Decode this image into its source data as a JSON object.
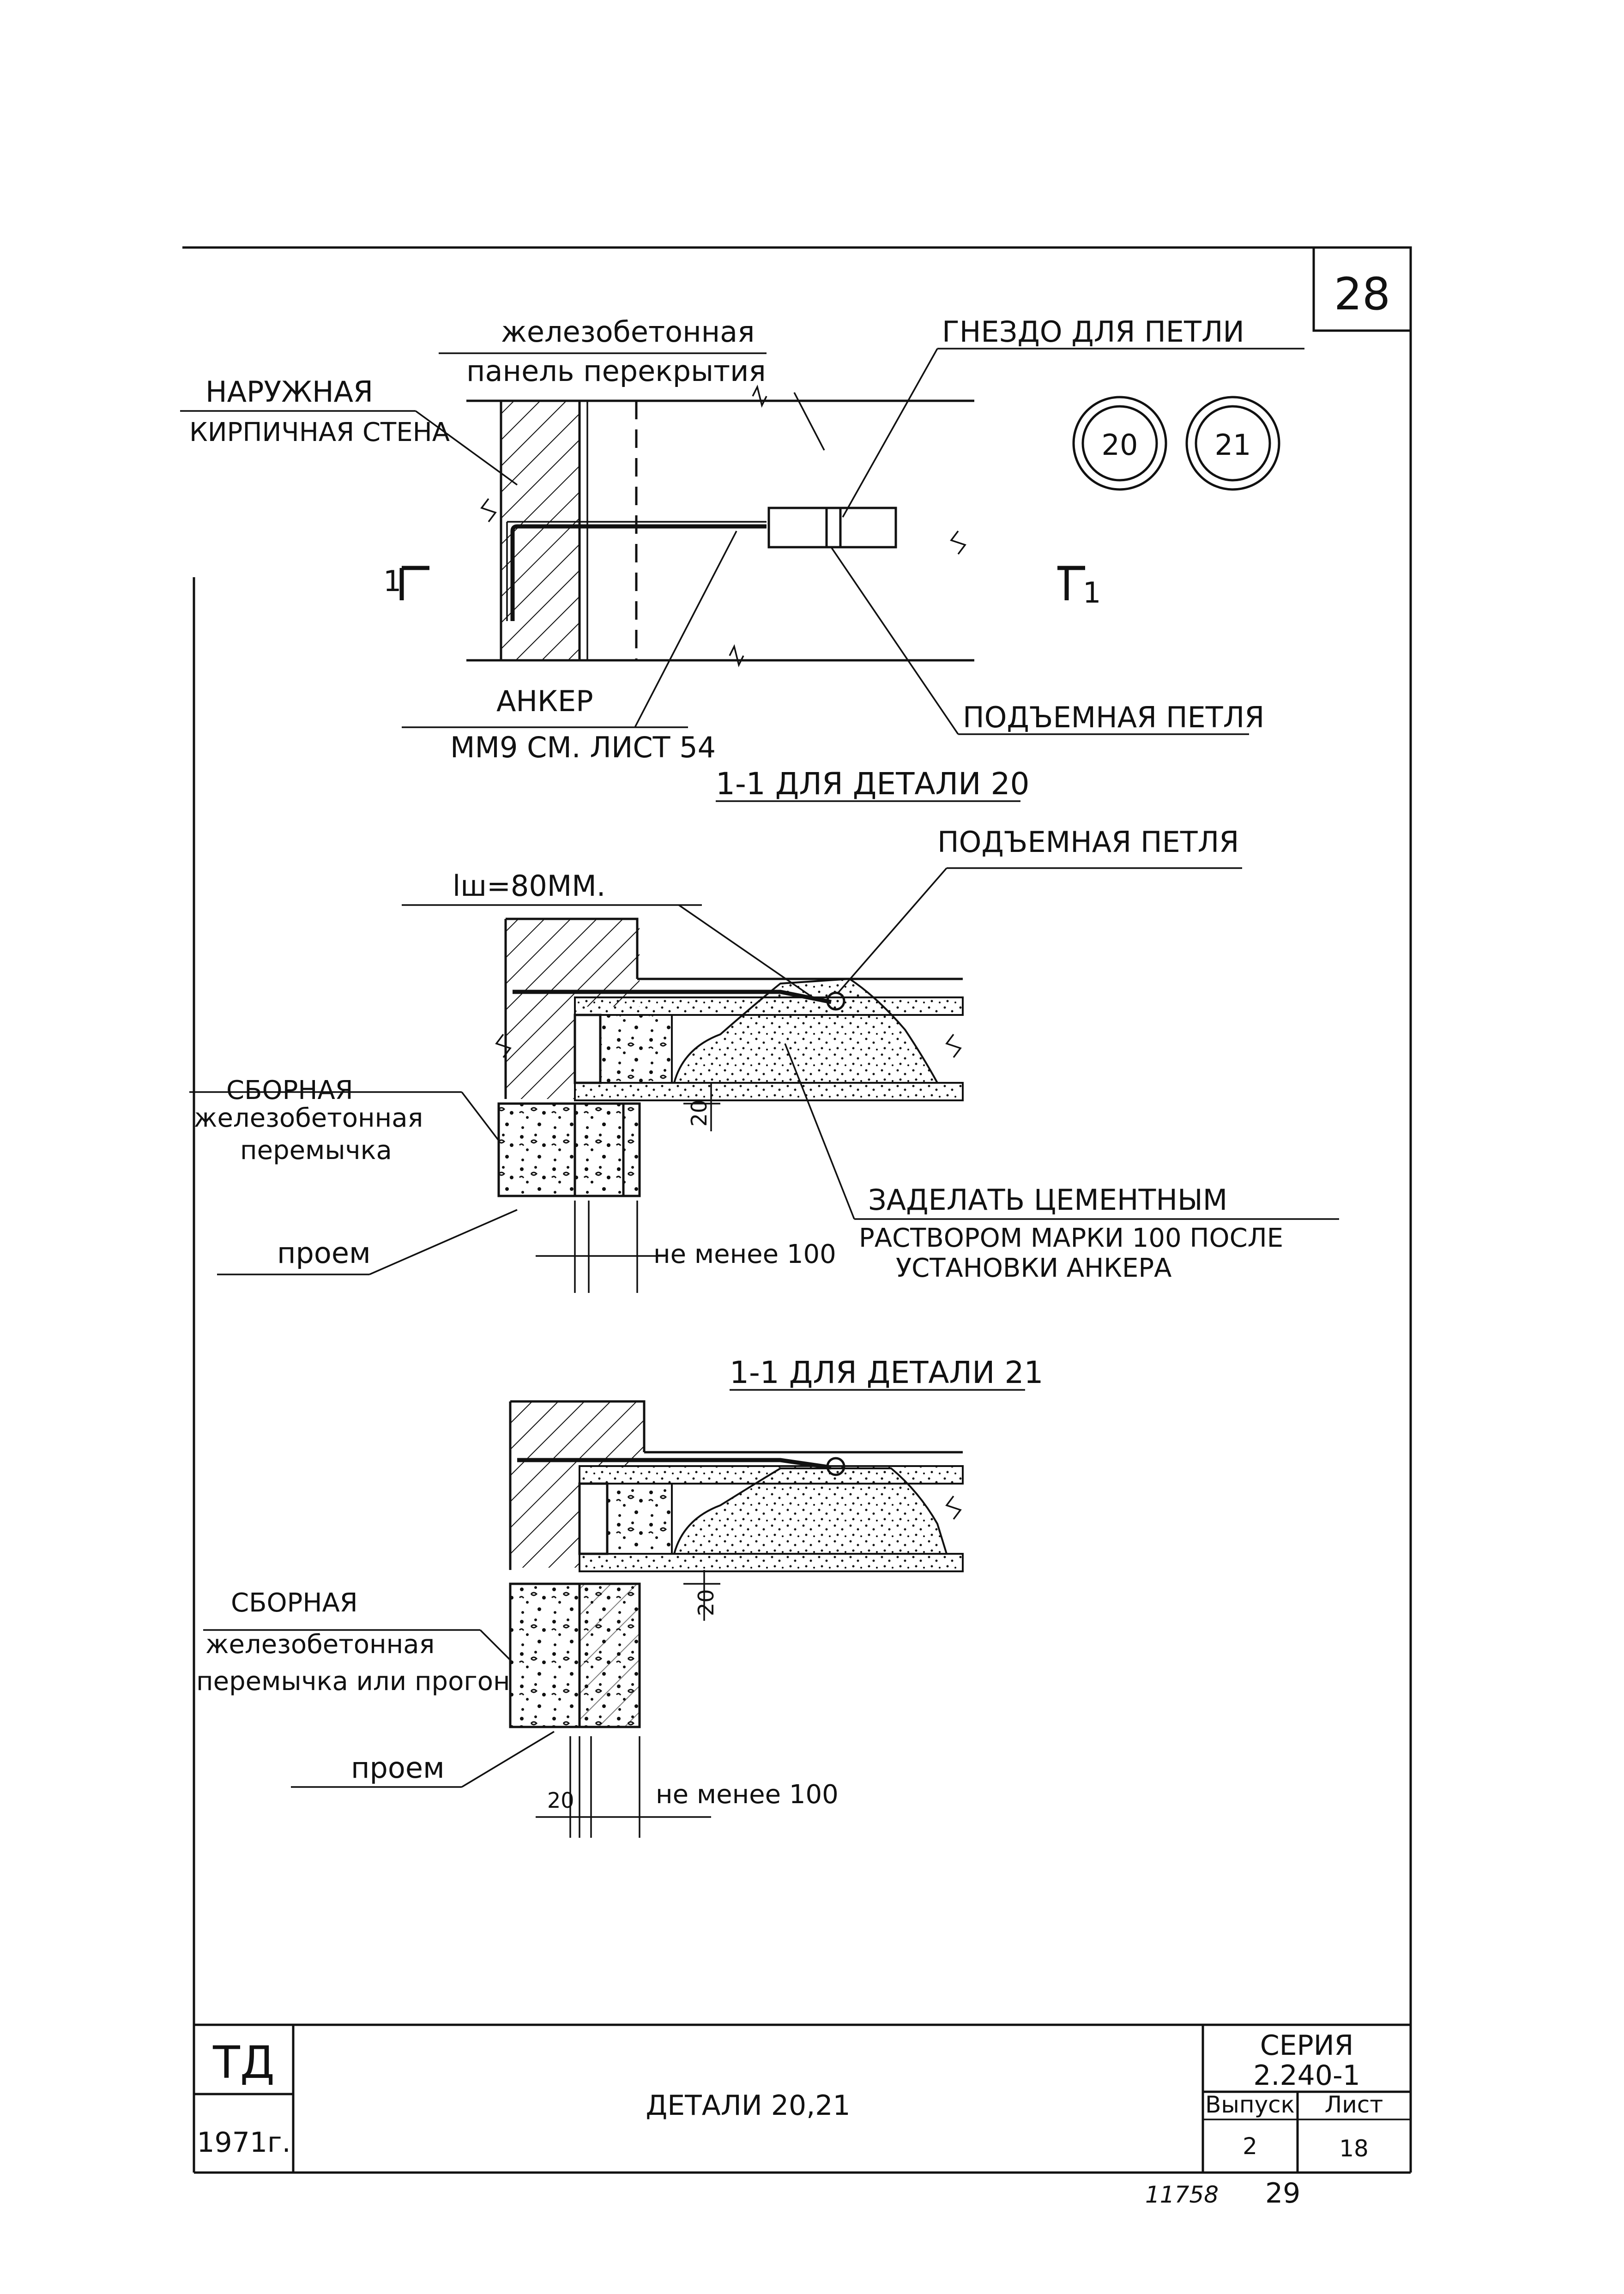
{
  "sheet": {
    "number": "28",
    "detail_markers": [
      "20",
      "21"
    ]
  },
  "plan": {
    "label_panel_line1": "железобетонная",
    "label_panel_line2": "панель перекрытия",
    "label_wall_line1": "НАРУЖНАЯ",
    "label_wall_line2": "КИРПИЧНАЯ СТЕНА",
    "label_socket": "ГНЕЗДО ДЛЯ ПЕТЛИ",
    "label_anchor_line1": "АНКЕР",
    "label_anchor_line2": "ММ9 СМ. ЛИСТ 54",
    "label_loop": "ПОДЪЕМНАЯ ПЕТЛЯ",
    "section_mark": "1"
  },
  "section20": {
    "title": "1-1 ДЛЯ ДЕТАЛИ 20",
    "label_loop": "ПОДЪЕМНАЯ ПЕТЛЯ",
    "label_length": "lш=80ММ.",
    "label_lintel_line1": "СБОРНАЯ",
    "label_lintel_line2": "железобетонная",
    "label_lintel_line3": "перемычка",
    "label_opening": "проем",
    "label_min": "не менее 100",
    "label_note_line1": "ЗАДЕЛАТЬ ЦЕМЕНТНЫМ",
    "label_note_line2": "РАСТВОРОМ МАРКИ 100 ПОСЛЕ",
    "label_note_line3": "УСТАНОВКИ АНКЕРА",
    "dim_20": "20"
  },
  "section21": {
    "title": "1-1 ДЛЯ ДЕТАЛИ 21",
    "label_lintel_line1": "СБОРНАЯ",
    "label_lintel_line2": "железобетонная",
    "label_lintel_line3": "перемычка или прогон",
    "label_opening": "проем",
    "label_min": "не менее 100",
    "dim_20_vertical": "20",
    "dim_20_horizontal": "20"
  },
  "title_block": {
    "org": "ТД",
    "year": "1971г.",
    "title": "ДЕТАЛИ 20,21",
    "series_label": "СЕРИЯ",
    "series_value": "2.240-1",
    "issue_label": "Выпуск",
    "issue_value": "2",
    "sheet_label": "Лист",
    "sheet_value": "18"
  },
  "footer": {
    "inventory": "11758",
    "page": "29"
  }
}
